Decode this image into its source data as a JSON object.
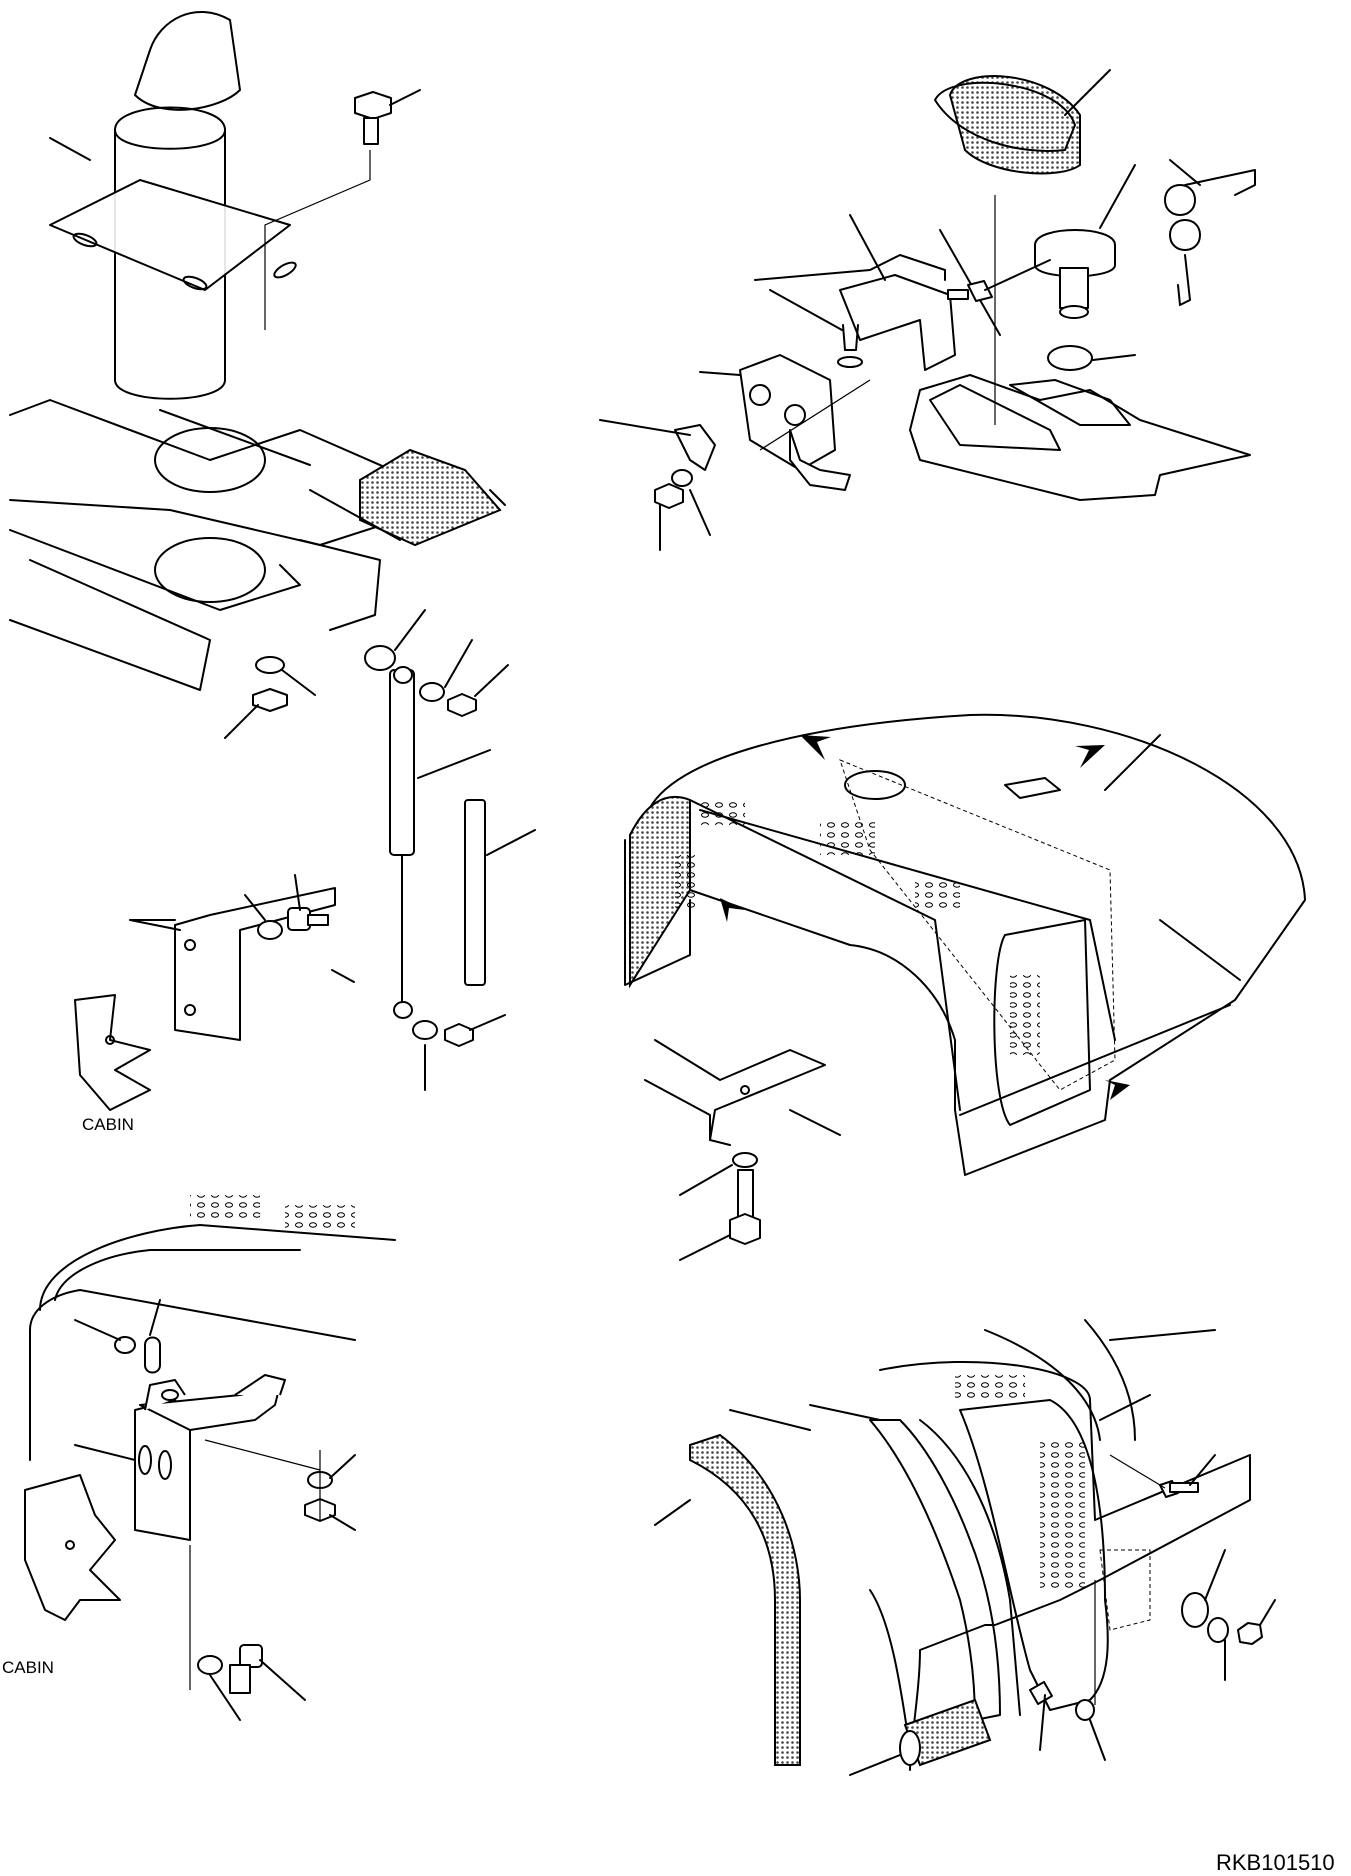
{
  "labels": {
    "cabin_top": "CABIN",
    "cabin_bottom": "CABIN",
    "code": "RKB101510"
  },
  "colors": {
    "ink": "#000000",
    "paper": "#ffffff",
    "shade": "#bdbdbd"
  }
}
